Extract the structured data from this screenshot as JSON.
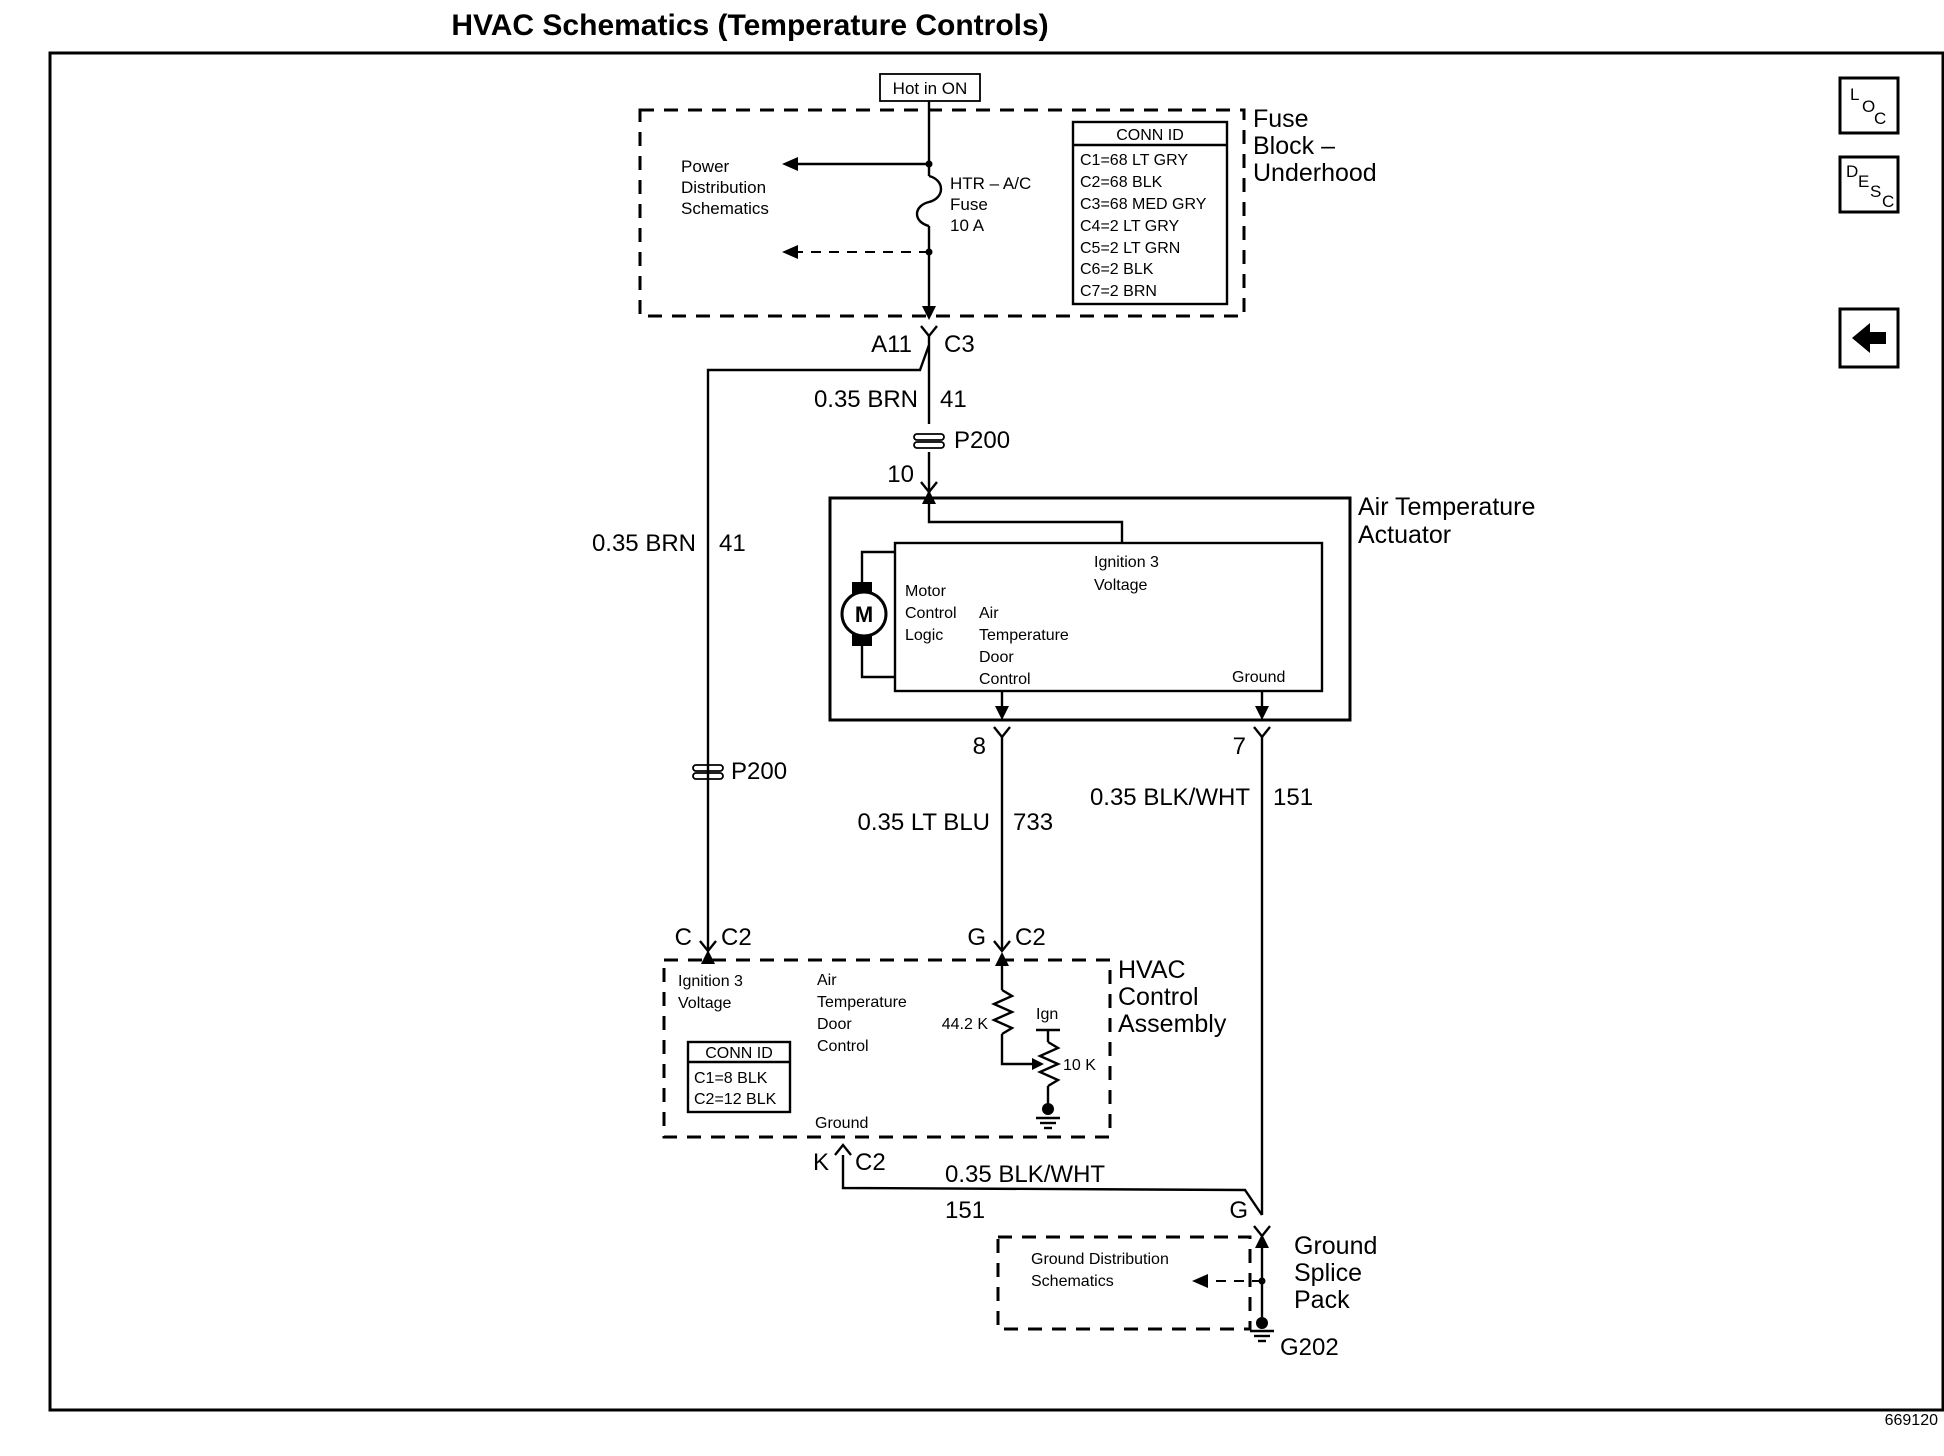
{
  "title": "HVAC Schematics (Temperature Controls)",
  "fig_id": "669120",
  "nav": {
    "loc": [
      "L",
      "O",
      "C"
    ],
    "desc": [
      "D",
      "E",
      "S",
      "C"
    ]
  },
  "fuse_block": {
    "hot_label": "Hot in ON",
    "name": [
      "Fuse",
      "Block –",
      "Underhood"
    ],
    "power_ref": [
      "Power",
      "Distribution",
      "Schematics"
    ],
    "fuse": [
      "HTR – A/C",
      "Fuse",
      "10 A"
    ],
    "conn_id_title": "CONN ID",
    "conn_ids": [
      "C1=68 LT GRY",
      "C2=68 BLK",
      "C3=68 MED GRY",
      "C4=2 LT GRY",
      "C5=2 LT GRN",
      "C6=2 BLK",
      "C7=2 BRN"
    ],
    "pin": "A11",
    "connector": "C3"
  },
  "wires": {
    "brn_top": {
      "size_color": "0.35 BRN",
      "circuit": "41"
    },
    "brn_left": {
      "size_color": "0.35 BRN",
      "circuit": "41"
    },
    "ltblu": {
      "size_color": "0.35 LT BLU",
      "circuit": "733"
    },
    "blkwht_right": {
      "size_color": "0.35 BLK/WHT",
      "circuit": "151"
    },
    "blkwht_bottom": {
      "size_color": "0.35 BLK/WHT",
      "circuit": "151"
    }
  },
  "p200": {
    "label": "P200",
    "pin_top": "10"
  },
  "actuator": {
    "name": [
      "Air Temperature",
      "Actuator"
    ],
    "ign": [
      "Ignition 3",
      "Voltage"
    ],
    "motor": "M",
    "logic": [
      "Motor",
      "Control",
      "Logic"
    ],
    "door": [
      "Air",
      "Temperature",
      "Door",
      "Control"
    ],
    "ground": "Ground",
    "pin_8": "8",
    "pin_7": "7"
  },
  "hvac_control": {
    "name": [
      "HVAC",
      "Control",
      "Assembly"
    ],
    "ign": [
      "Ignition 3",
      "Voltage"
    ],
    "door": [
      "Air",
      "Temperature",
      "Door",
      "Control"
    ],
    "res1": "44.2 K",
    "ign_short": "Ign",
    "res2": "10 K",
    "ground": "Ground",
    "conn_id_title": "CONN ID",
    "conn_ids": [
      "C1=8 BLK",
      "C2=12 BLK"
    ],
    "pin_c": "C",
    "conn_c2a": "C2",
    "pin_g": "G",
    "conn_c2b": "C2",
    "pin_k": "K",
    "conn_c2c": "C2"
  },
  "ground_splice": {
    "name": [
      "Ground",
      "Splice",
      "Pack"
    ],
    "ref": [
      "Ground Distribution",
      "Schematics"
    ],
    "pin_g": "G",
    "ground_id": "G202"
  }
}
